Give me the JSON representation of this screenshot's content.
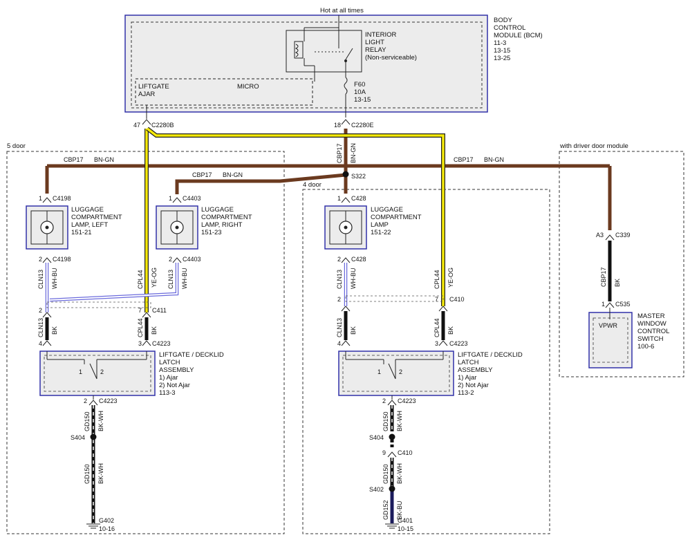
{
  "header": {
    "hot_at_all_times": "Hot at all times"
  },
  "bcm": {
    "title": [
      "BODY",
      "CONTROL",
      "MODULE (BCM)",
      "11-3",
      "13-15",
      "13-25"
    ],
    "relay": [
      "INTERIOR",
      "LIGHT",
      "RELAY",
      "(Non-serviceable)"
    ],
    "liftgate_ajar": [
      "LIFTGATE",
      "AJAR"
    ],
    "micro": "MICRO",
    "fuse": [
      "F60",
      "10A",
      "13-15"
    ]
  },
  "connectors": {
    "c2280b_pin": "47",
    "c2280b": "C2280B",
    "c2280e_pin": "18",
    "c2280e": "C2280E",
    "splice_s322": "S322",
    "c4198_top_pin": "1",
    "c4198_top": "C4198",
    "c4403_top_pin": "1",
    "c4403_top": "C4403",
    "c428_top_pin": "1",
    "c428_top": "C428",
    "c4198_bot_pin": "2",
    "c4198_bot": "C4198",
    "c4403_bot_pin": "2",
    "c4403_bot": "C4403",
    "c428_bot_pin": "2",
    "c428_bot": "C428",
    "c411_pin_left": "2",
    "c411_pin_right": "7",
    "c411": "C411",
    "c410_pin_left": "2",
    "c410_pin_right": "7",
    "c410": "C410",
    "c4223_l_pin4": "4",
    "c4223_l_pin3": "3",
    "c4223_l": "C4223",
    "c4223_r_pin4": "4",
    "c4223_r_pin3": "3",
    "c4223_r": "C4223",
    "c4223_l_bot_pin": "2",
    "c4223_l_bot": "C4223",
    "c4223_r_bot_pin": "2",
    "c4223_r_bot": "C4223",
    "s404_left": "S404",
    "s404_right": "S404",
    "s402": "S402",
    "c410_lower_pin": "9",
    "c410_lower": "C410",
    "c339_pin": "A3",
    "c339": "C339",
    "c535_pin": "1",
    "c535": "C535"
  },
  "regions": {
    "five_door": "5 door",
    "four_door": "4 door",
    "with_driver_door_module": "with driver door module"
  },
  "wires": {
    "cbp17_top_left": "CBP17",
    "bn_gn_top_left": "BN-GN",
    "cbp17_top_right": "CBP17",
    "bn_gn_top_right": "BN-GN",
    "cbp17_mid": "CBP17",
    "bn_gn_mid": "BN-GN",
    "cbp17_vert": "CBP17",
    "bn_gn_vert": "BN-GN",
    "cln13_l1": "CLN13",
    "whbu_l1": "WH-BU",
    "cpl44_l1": "CPL44",
    "yeog_l1": "YE-OG",
    "cln13_l2": "CLN13",
    "whbu_l2": "WH-BU",
    "cln13_l3": "CLN13",
    "bk_l3": "BK",
    "cpl44_l3": "CPL44",
    "bk_l3b": "BK",
    "cln13_r1": "CLN13",
    "whbu_r1": "WH-BU",
    "cpl44_r1": "CPL44",
    "yeog_r1": "YE-OG",
    "cln13_r3": "CLN13",
    "bk_r3": "BK",
    "cpl44_r3": "CPL44",
    "bk_r3b": "BK",
    "gd150_l1": "GD150",
    "bkwh_l1": "BK-WH",
    "gd150_l2": "GD150",
    "bkwh_l2": "BK-WH",
    "gd150_r1": "GD150",
    "bkwh_r1": "BK-WH",
    "gd150_r2": "GD150",
    "bkwh_r2": "BK-WH",
    "gd152_r": "GD152",
    "bkbu_r": "BK-BU",
    "cbp17_ddm": "CBP17",
    "bk_ddm": "BK"
  },
  "components": {
    "lamp_left": [
      "LUGGAGE",
      "COMPARTMENT",
      "LAMP, LEFT",
      "151-21"
    ],
    "lamp_right": [
      "LUGGAGE",
      "COMPARTMENT",
      "LAMP, RIGHT",
      "151-23"
    ],
    "lamp_4door": [
      "LUGGAGE",
      "COMPARTMENT",
      "LAMP",
      "151-22"
    ],
    "latch_left": [
      "LIFTGATE / DECKLID",
      "LATCH",
      "ASSEMBLY",
      "1) Ajar",
      "2) Not Ajar",
      "113-3"
    ],
    "latch_right": [
      "LIFTGATE / DECKLID",
      "LATCH",
      "ASSEMBLY",
      "1) Ajar",
      "2) Not Ajar",
      "113-2"
    ],
    "switch_pins_left": [
      "1",
      "2"
    ],
    "switch_pins_right": [
      "1",
      "2"
    ],
    "master_switch": [
      "MASTER",
      "WINDOW",
      "CONTROL",
      "SWITCH",
      "100-6"
    ],
    "vpwr": "VPWR"
  },
  "grounds": {
    "g402": "G402",
    "g402_ref": "10-16",
    "g401": "G401",
    "g401_ref": "10-15"
  },
  "colors": {
    "brown_wire": "#6b3a1f",
    "yellow_wire": "#f5e90a",
    "component_border": "#3030a8",
    "component_fill": "#ececec",
    "dark_blue_wire": "#1c1c5c"
  }
}
